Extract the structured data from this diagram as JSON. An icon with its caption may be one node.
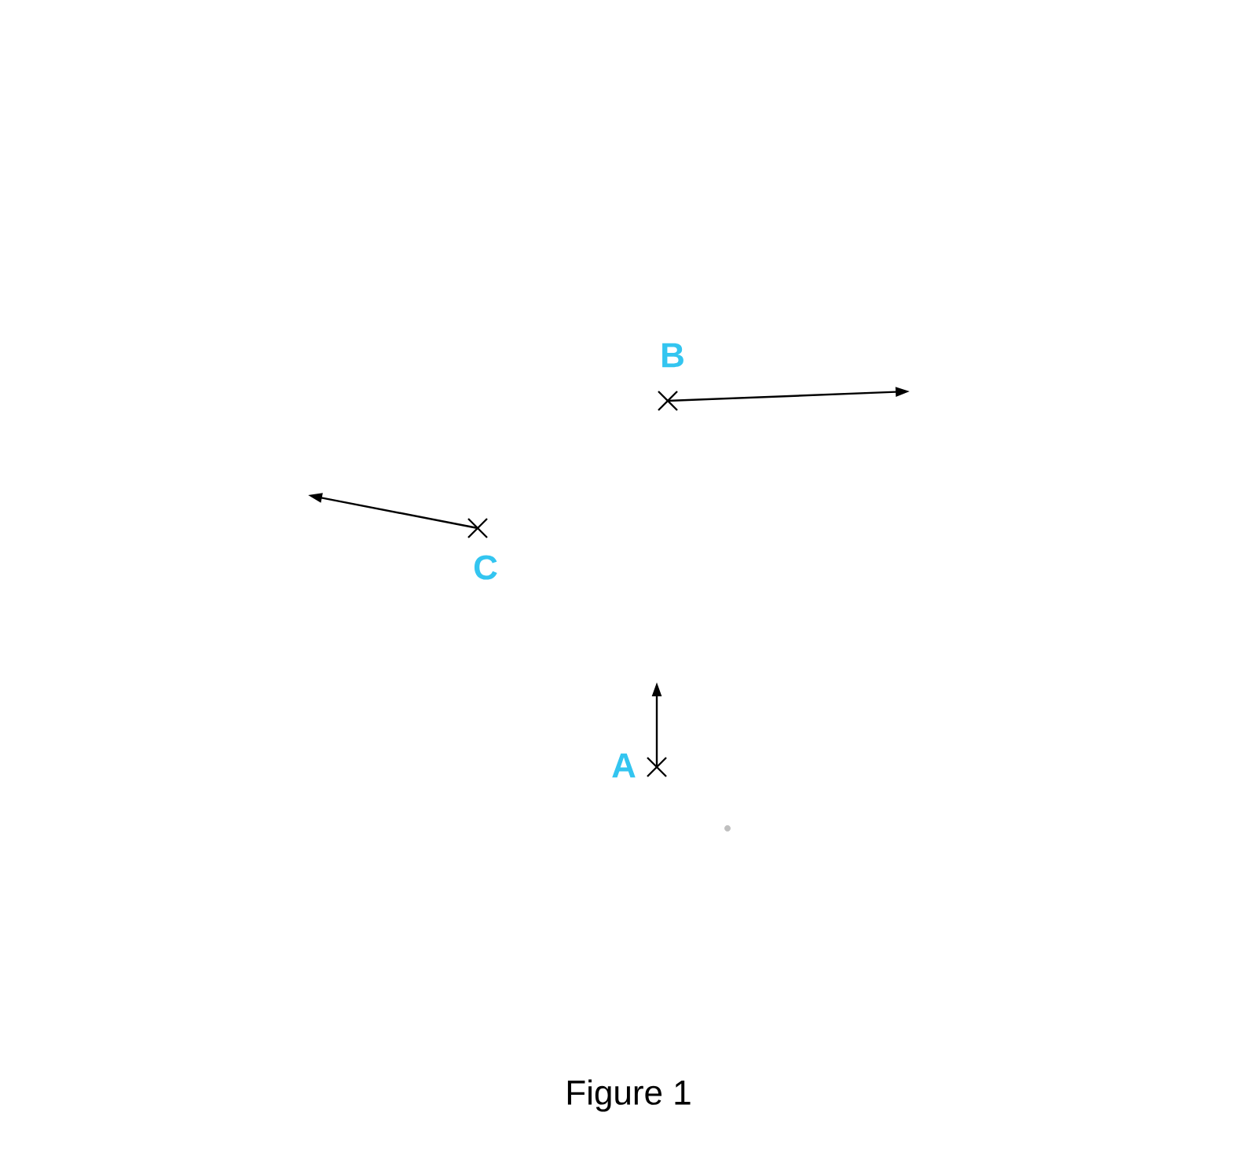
{
  "diagram": {
    "caption": "Figure 1",
    "labels": [
      "B",
      "C",
      "A"
    ]
  }
}
